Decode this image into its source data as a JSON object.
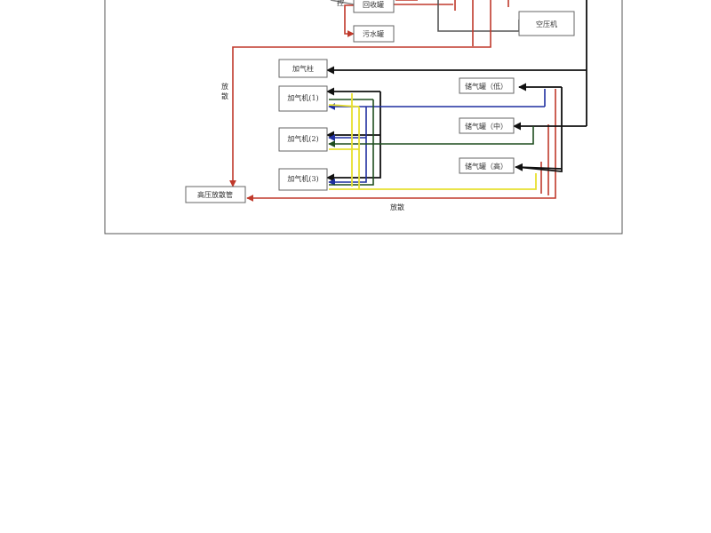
{
  "diagram": {
    "boxes": {
      "recovery_tank": "回收罐",
      "sewage_tank": "污水罐",
      "air_compressor": "空压机",
      "gas_filling_column": "加气柱",
      "compressor_1": "加气机(1)",
      "compressor_2": "加气机(2)",
      "compressor_3": "加气机(3)",
      "storage_low": "储气罐（低）",
      "storage_mid": "储气罐（中）",
      "storage_high": "储气罐（高）",
      "hp_vent_pipe": "高压放散管"
    },
    "labels": {
      "vent_left": "放散",
      "vent_bottom": "放散",
      "top_fragment": "控"
    },
    "line_colors": {
      "vent": "#c0392b",
      "control": "#111111",
      "low": "#1f2fa0",
      "mid": "#1e4d1e",
      "high": "#e8e030",
      "frame": "#555555"
    }
  }
}
